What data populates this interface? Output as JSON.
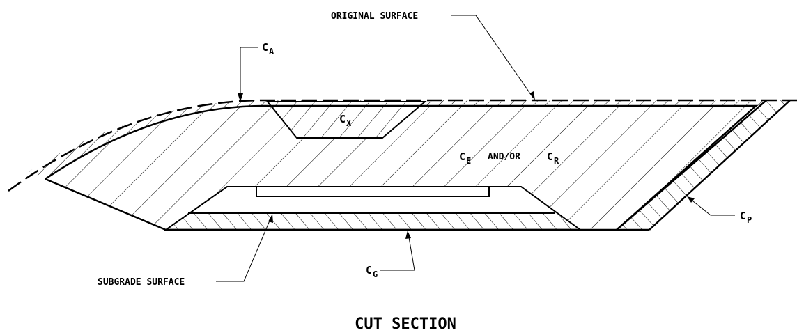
{
  "diagram": {
    "title": "CUT SECTION",
    "labels": {
      "original_surface": "ORIGINAL SURFACE",
      "subgrade_surface": "SUBGRADE SURFACE",
      "ca": {
        "base": "C",
        "sub": "A"
      },
      "cx": {
        "base": "C",
        "sub": "X"
      },
      "ce": {
        "base": "C",
        "sub": "E"
      },
      "and_or": "AND/OR",
      "cr": {
        "base": "C",
        "sub": "R"
      },
      "cp": {
        "base": "C",
        "sub": "P"
      },
      "cg": {
        "base": "C",
        "sub": "G"
      }
    },
    "colors": {
      "line": "#000000",
      "background": "#ffffff"
    }
  }
}
